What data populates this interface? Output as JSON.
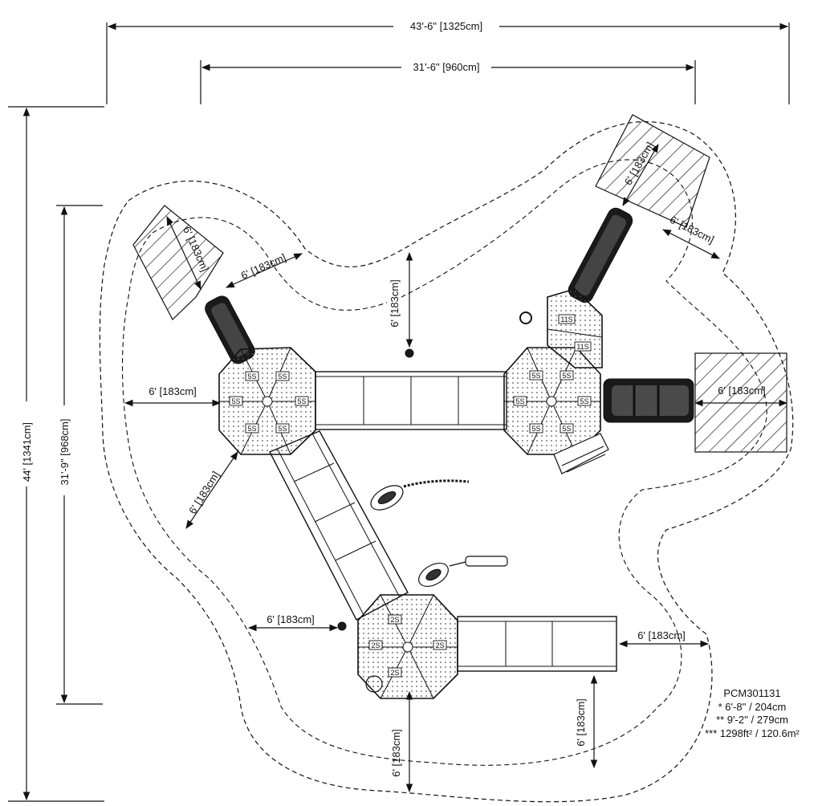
{
  "dimensions": {
    "overall_width": "43'-6\" [1325cm]",
    "inner_width": "31'-6\" [960cm]",
    "overall_depth": "44' [1341cm]",
    "inner_depth": "31'-9\" [968cm]",
    "clearance": "6' [183cm]"
  },
  "decks": {
    "left_hex": "5S",
    "right_hex": "5S",
    "top_right_small": "11S",
    "bottom_hex": "2S"
  },
  "notes": {
    "model": "PCM301131",
    "line1": "* 6'-8'' / 204cm",
    "line2": "** 9'-2'' / 279cm",
    "line3": "*** 1298ft² / 120.6m²"
  },
  "colors": {
    "line": "#111111",
    "background": "#ffffff",
    "equipment_fill": "#1a1a1a"
  }
}
